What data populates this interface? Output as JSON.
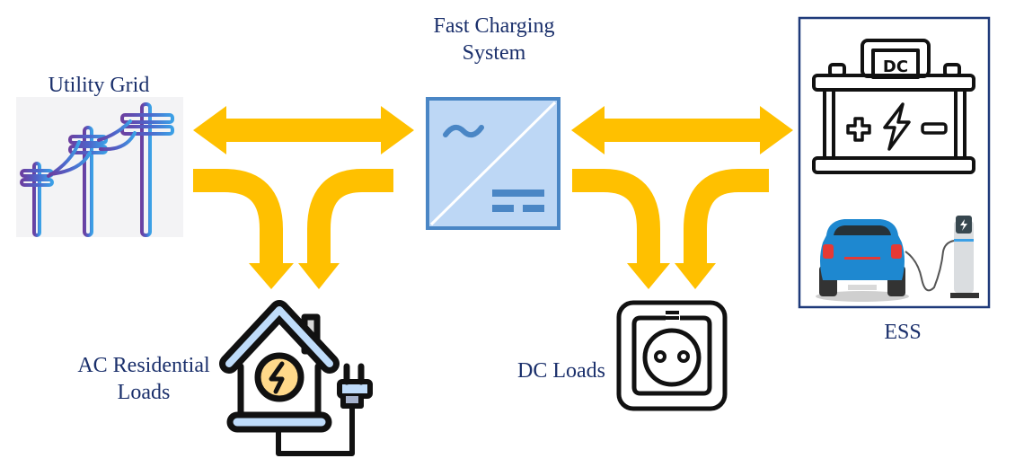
{
  "diagram": {
    "title": "Fast charging system power flow",
    "nodes": {
      "utility_grid": {
        "label": "Utility Grid",
        "icon": "power-poles-icon"
      },
      "fast_charging": {
        "label_line1": "Fast Charging",
        "label_line2": "System",
        "icon": "ac-dc-converter-icon",
        "ac_symbol": "~"
      },
      "ess": {
        "label": "ESS",
        "battery_text": "DC",
        "icon": "battery-and-ev-charger-icon"
      },
      "ac_loads": {
        "label_line1": "AC Residential",
        "label_line2": "Loads",
        "icon": "house-plug-icon"
      },
      "dc_loads": {
        "label": "DC Loads",
        "icon": "socket-icon"
      }
    },
    "flows": [
      {
        "from": "utility_grid",
        "to": "fast_charging",
        "direction": "bidirectional"
      },
      {
        "from": "fast_charging",
        "to": "ess",
        "direction": "bidirectional"
      },
      {
        "from": "utility_grid",
        "to": "ac_loads",
        "direction": "one-way"
      },
      {
        "from": "fast_charging",
        "to": "ac_loads",
        "direction": "one-way"
      },
      {
        "from": "fast_charging",
        "to": "dc_loads",
        "direction": "one-way"
      },
      {
        "from": "ess",
        "to": "dc_loads",
        "direction": "one-way"
      }
    ],
    "colors": {
      "arrow": "#FFC000",
      "label_text": "#1a2f6b",
      "converter_fill": "#BDD7F5",
      "converter_stroke": "#4A86C5",
      "ess_frame": "#1F3A7A"
    }
  }
}
